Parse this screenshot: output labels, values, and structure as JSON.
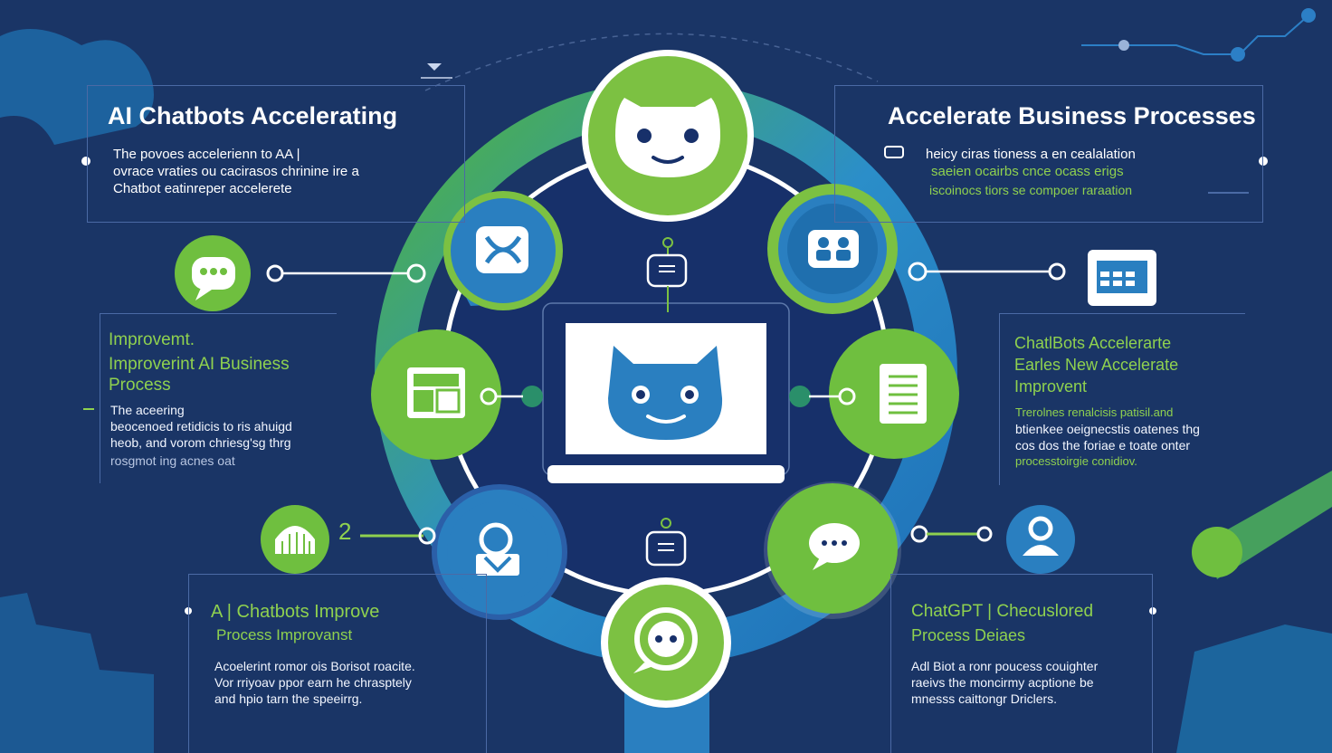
{
  "palette": {
    "background": "#1a3566",
    "green": "#7cc142",
    "blue": "#1f7fc4",
    "panel_border": "#4b6aa5",
    "text_green": "#8fd14f"
  },
  "panels": {
    "top_left": {
      "title": "AI Chatbots Accelerating",
      "lines": [
        "The povoes accelerienn to AA |",
        "ovrace vraties ou cacirasos chrinine ire a",
        "Chatbot eatinreper accelerete"
      ]
    },
    "top_right": {
      "title": "Accelerate Business Processes",
      "lines": [
        "heicy ciras tioness a en cealalation",
        "saeien ocairbs cnce ocass erigs",
        "iscoinocs tiors se compoer raraation"
      ]
    },
    "mid_left": {
      "lines_green": [
        "Improvemt.",
        "Improverint AI Business",
        "Process"
      ],
      "lines_white": [
        "The aceering",
        "beocenoed retidicis to ris ahuigd",
        "heob, and vorom chriesg'sg thrg",
        "rosgmot ing acnes oat"
      ]
    },
    "mid_right": {
      "lines_green": [
        "ChatlBots Accelerarte",
        "Earles  New  Accelerate",
        "Improvent"
      ],
      "lines_white": [
        "Trerolnes renalcisis patisil.and",
        "btienkee oeignecstis oatenes thg",
        "cos dos the foriae e toate onter",
        "processtoirgie conidiov."
      ]
    },
    "bottom_left": {
      "title_lines": [
        "A  |  Chatbots Improve",
        "Process Improvanst"
      ],
      "lines": [
        "Acoelerint romor ois Borisot roacite.",
        "Vor rriyoav ppor earn he chrasptely",
        "and hpio tarn the speeirrg."
      ]
    },
    "bottom_right": {
      "title_lines": [
        "ChatGPT | Checuslored",
        "Process Deiaes"
      ],
      "lines": [
        "Adl Biot a ronr poucess couighter",
        "raeivs the moncirmy acptione be",
        "mnesss caittongr Driclers."
      ]
    }
  },
  "center": {
    "number_label": "2",
    "icons": [
      "robot-face-icon",
      "ribbon-logo-icon",
      "team-icon",
      "dashboard-icon",
      "document-icon",
      "chat-bubble-icon",
      "robot-chat-icon",
      "user-support-icon",
      "window-chart-icon",
      "chatbot-cat-icon"
    ]
  }
}
